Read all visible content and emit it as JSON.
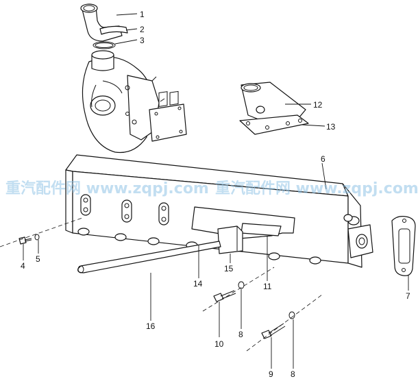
{
  "watermark": {
    "text": "重汽配件网 www.zqpj.com",
    "color": "#8fc3e6"
  },
  "callouts": {
    "c1": "1",
    "c2": "2",
    "c3": "3",
    "c4": "4",
    "c5": "5",
    "c6": "6",
    "c7": "7",
    "c8a": "8",
    "c8b": "8",
    "c9": "9",
    "c10": "10",
    "c11": "11",
    "c12": "12",
    "c13": "13",
    "c14": "14",
    "c15": "15",
    "c16": "16"
  }
}
